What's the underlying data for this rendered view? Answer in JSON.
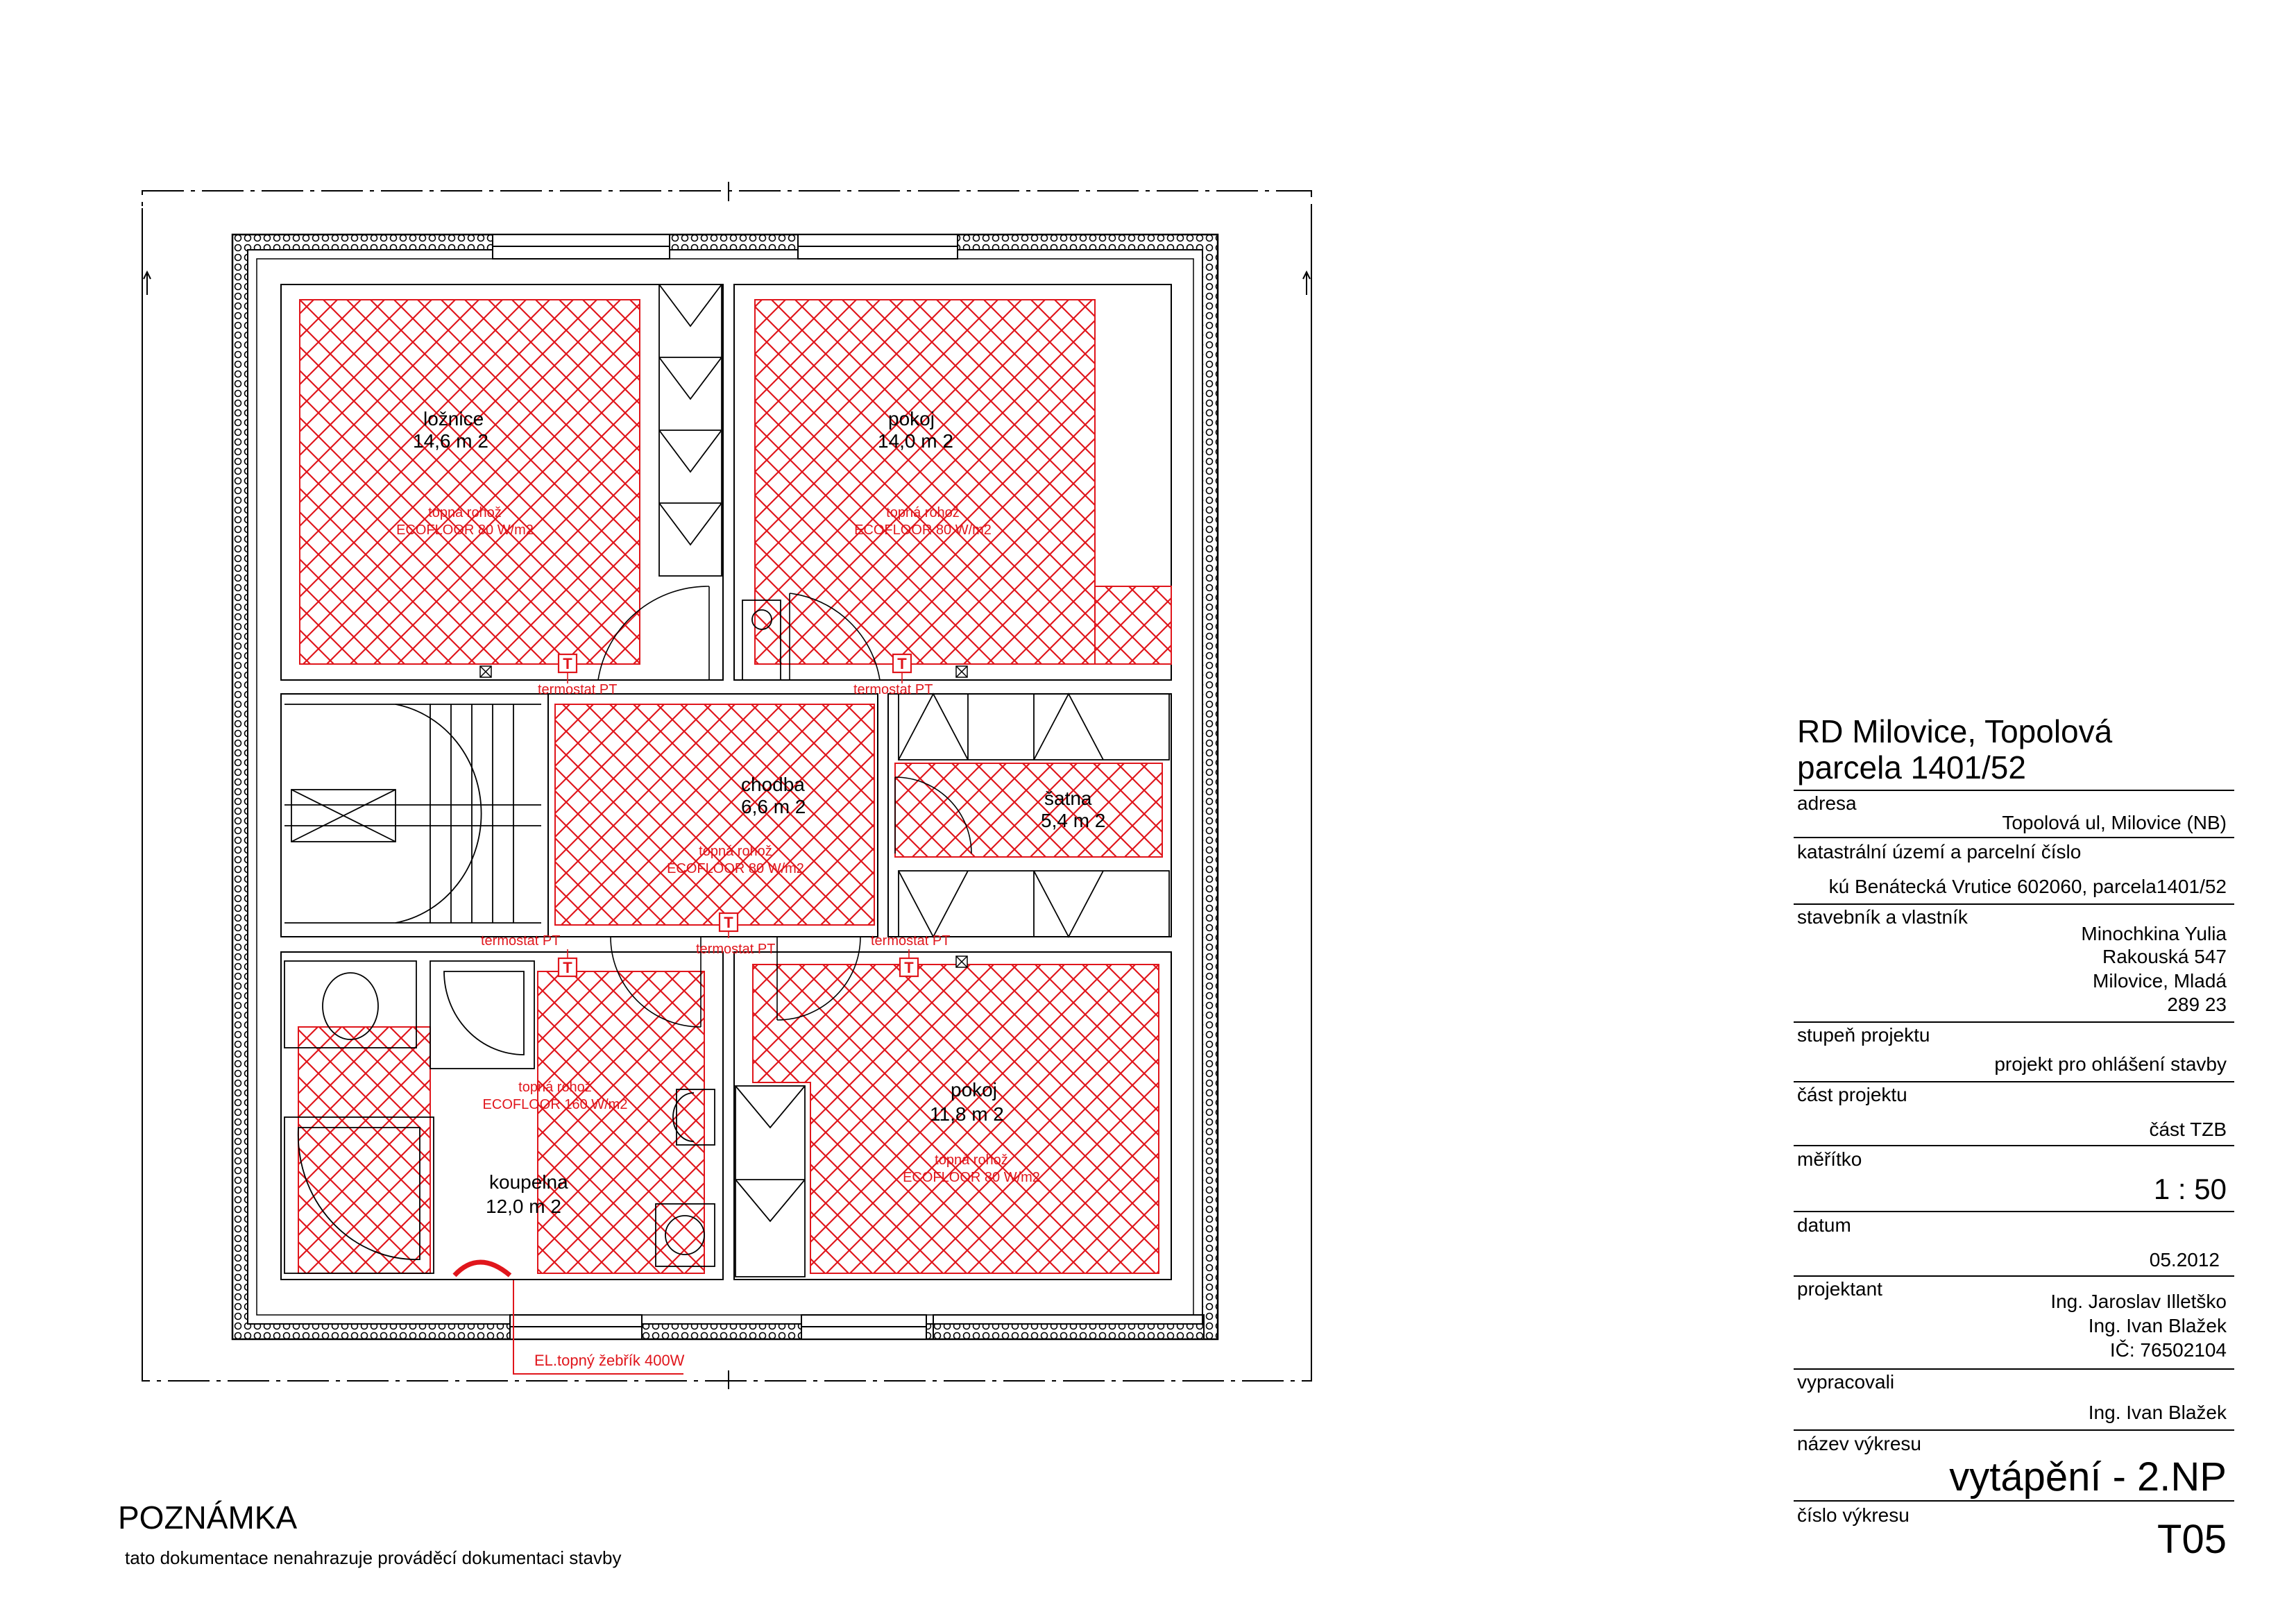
{
  "colors": {
    "heating": "#e0161c",
    "lines": "#000000"
  },
  "rooms": {
    "loznice": {
      "name": "ložnice",
      "area": "14,6 m 2",
      "mat1": "topná rohož",
      "mat2": "ECOFLOOR 80 W/m2"
    },
    "pokoj_top": {
      "name": "pokoj",
      "area": "14,0 m 2",
      "mat1": "topná rohož",
      "mat2": "ECOFLOOR 80 W/m2"
    },
    "chodba": {
      "name": "chodba",
      "area": "6,6 m 2",
      "mat1": "topná rohož",
      "mat2": "ECOFLOOR 80 W/m2"
    },
    "satna": {
      "name": "šatna",
      "area": "5,4 m 2"
    },
    "koupelna": {
      "name": "koupelna",
      "area": "12,0 m 2",
      "mat1": "topná rohož",
      "mat2": "ECOFLOOR 160 W/m2"
    },
    "pokoj_bottom": {
      "name": "pokoj",
      "area": "11,8 m 2",
      "mat1": "topná rohož",
      "mat2": "ECOFLOOR 80 W/m2"
    }
  },
  "thermostat": {
    "symbol": "T",
    "label": "termostat PT"
  },
  "ladder_label": "EL.topný žebřík 400W",
  "title_block": {
    "title_line1": "RD Milovice, Topolová",
    "title_line2": "parcela 1401/52",
    "adresa_label": "adresa",
    "adresa_value": "Topolová ul, Milovice (NB)",
    "katastr_label": "katastrální území a parcelní číslo",
    "katastr_value": "kú Benátecká Vrutice 602060, parcela1401/52",
    "stavebnik_label": "stavebník a vlastník",
    "stavebnik_lines": [
      "Minochkina Yulia",
      "Rakouská 547",
      "Milovice, Mladá",
      "289 23"
    ],
    "stupen_label": "stupeň projektu",
    "stupen_value": "projekt pro ohlášení stavby",
    "cast_label": "část projektu",
    "cast_value": "část TZB",
    "meritko_label": "měřítko",
    "meritko_value": "1 : 50",
    "datum_label": "datum",
    "datum_value": "05.2012",
    "projektant_label": "projektant",
    "projektant_lines": [
      "Ing. Jaroslav Illetško",
      "Ing. Ivan Blažek",
      "IČ: 76502104"
    ],
    "vypracovali_label": "vypracovali",
    "vypracovali_value": "Ing. Ivan Blažek",
    "nazev_label": "název výkresu",
    "nazev_value": "vytápění - 2.NP",
    "cislo_label": "číslo výkresu",
    "cislo_value": "T05"
  },
  "note": {
    "heading": "POZNÁMKA",
    "text": "tato dokumentace nenahrazuje prováděcí dokumentaci stavby"
  }
}
